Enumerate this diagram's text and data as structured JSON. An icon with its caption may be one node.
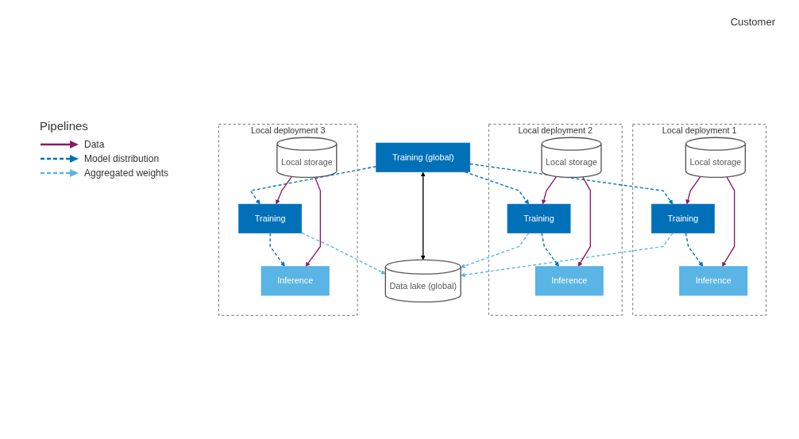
{
  "diagram": {
    "nodes": [
      {
        "text": [
          "Training (global)"
        ]
      },
      {
        "text": [
          "Data lake (global)"
        ]
      },
      {
        "text": [
          "Local deployment 1"
        ]
      },
      {
        "text": [
          "Training"
        ],
        "in": 2
      },
      {
        "text": [
          "Inference"
        ],
        "in": 2
      },
      {
        "text": [
          "Local storage"
        ],
        "in": 2
      },
      {
        "text": [
          "Local deployment 2"
        ]
      },
      {
        "text": [
          "Training"
        ],
        "in": 6
      },
      {
        "text": [
          "Inference"
        ],
        "in": 6
      },
      {
        "text": [
          "Local storage"
        ],
        "in": 6
      },
      {
        "text": [
          "Local deployment 3"
        ]
      },
      {
        "text": [
          "Training"
        ],
        "in": 10
      },
      {
        "text": [
          "Inference"
        ],
        "in": 10
      },
      {
        "text": [
          "Local storage"
        ],
        "in": 10
      }
    ],
    "edges": [
      {
        "from": 0,
        "to": 1,
        "arrow": "both",
        "color": "#000000"
      },
      {
        "from": 0,
        "to": 3,
        "arrow": "to",
        "style": "dashed",
        "color": "#0070b8"
      },
      {
        "from": 0,
        "to": 7,
        "arrow": "to",
        "style": "dashed",
        "color": "#0070b8"
      },
      {
        "from": 0,
        "to": 11,
        "arrow": "to",
        "style": "dashed",
        "color": "#0070b8"
      },
      {
        "from": 3,
        "to": 1,
        "arrow": "to",
        "style": "dashed",
        "color": "#5ab4e5"
      },
      {
        "from": 7,
        "to": 1,
        "arrow": "to",
        "style": "dashed",
        "color": "#5ab4e5"
      },
      {
        "from": 11,
        "to": 1,
        "arrow": "to",
        "style": "dashed",
        "color": "#5ab4e5"
      },
      {
        "from": 3,
        "to": 4,
        "arrow": "to",
        "style": "dashed",
        "color": "#0070b8"
      },
      {
        "from": 5,
        "to": 3,
        "arrow": "to",
        "color": "#8b1a5e"
      },
      {
        "from": 5,
        "to": 4,
        "arrow": "to",
        "color": "#8b1a5e"
      },
      {
        "from": 7,
        "to": 8,
        "arrow": "to",
        "style": "dashed",
        "color": "#0070b8"
      },
      {
        "from": 9,
        "to": 7,
        "arrow": "to",
        "color": "#8b1a5e"
      },
      {
        "from": 9,
        "to": 8,
        "arrow": "to",
        "color": "#8b1a5e"
      },
      {
        "from": 11,
        "to": 12,
        "arrow": "to",
        "style": "dashed",
        "color": "#0070b8"
      },
      {
        "from": 13,
        "to": 11,
        "arrow": "to",
        "color": "#8b1a5e"
      },
      {
        "from": 13,
        "to": 12,
        "arrow": "to",
        "color": "#8b1a5e"
      }
    ],
    "labels": [
      "Pipelines",
      "Customer"
    ],
    "legend": [
      {
        "text": "Data"
      },
      {
        "text": "Model distribution"
      },
      {
        "text": "Aggregated weights"
      }
    ]
  }
}
